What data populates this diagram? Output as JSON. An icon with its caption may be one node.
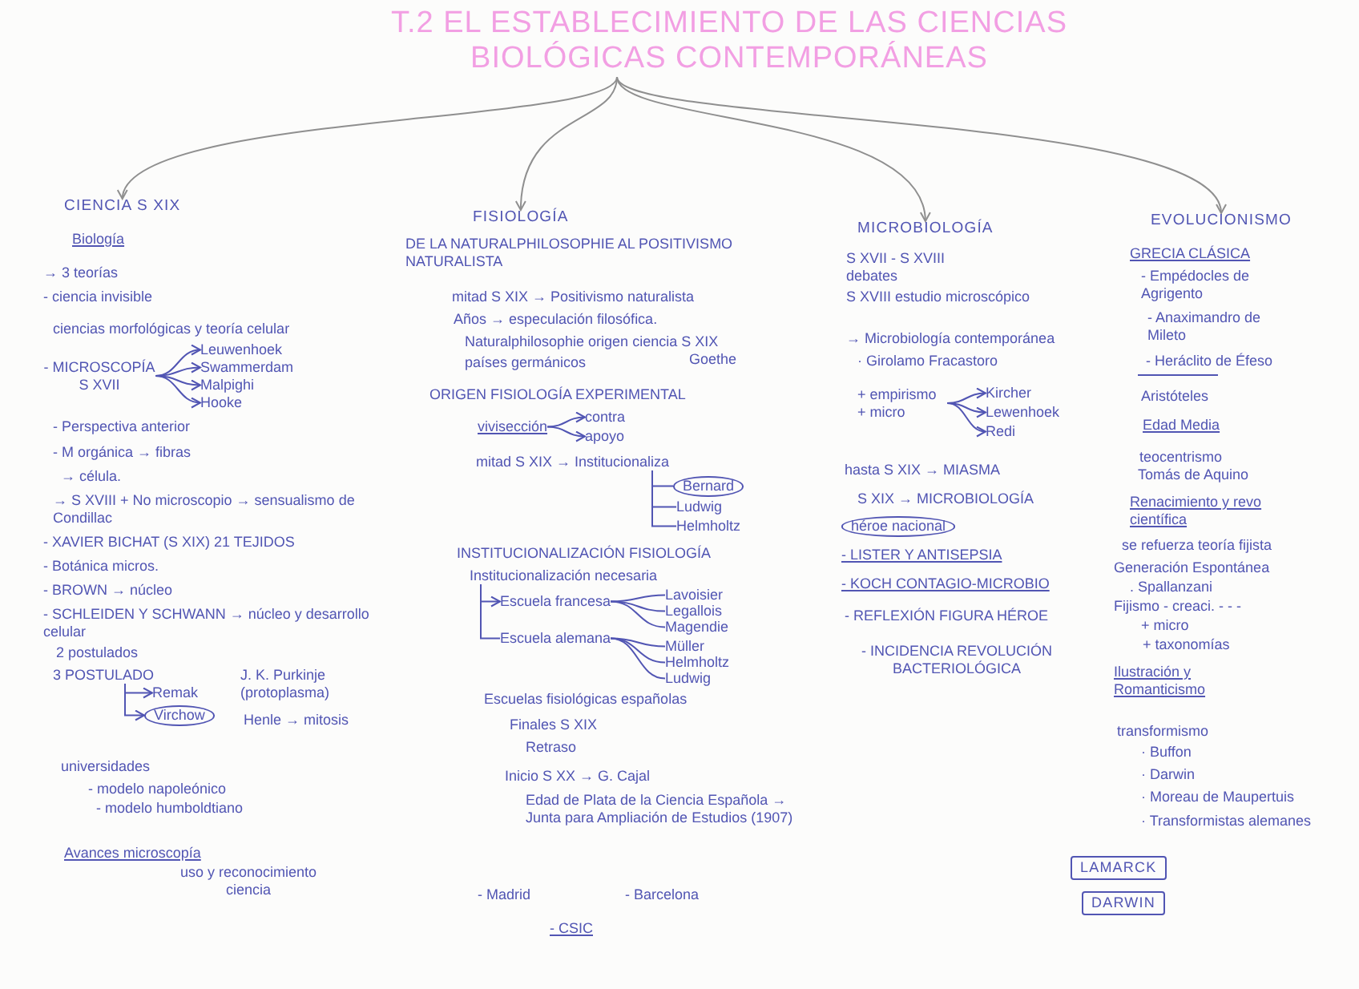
{
  "diagram": {
    "nodes": [
      {
        "text": [
          "T.2 EL ESTABLECIMIENTO DE LAS CIENCIAS BIOLÓGICAS CONTEMPORÁNEAS"
        ]
      },
      {
        "text": [
          "CIENCIA S XIX"
        ]
      },
      {
        "text": [
          "- MICROSCOPÍA S XVII"
        ]
      },
      {
        "text": [
          "Leuwenhoek"
        ]
      },
      {
        "text": [
          "Swammerdam"
        ]
      },
      {
        "text": [
          "Malpighi"
        ]
      },
      {
        "text": [
          "Hooke"
        ]
      },
      {
        "text": [
          "3 POSTULADO"
        ]
      },
      {
        "text": [
          "Remak"
        ]
      },
      {
        "text": [
          "Virchow"
        ]
      },
      {
        "text": [
          "FISIOLOGÍA"
        ]
      },
      {
        "text": [
          "vivisección"
        ]
      },
      {
        "text": [
          "contra"
        ]
      },
      {
        "text": [
          "apoyo"
        ]
      },
      {
        "text": [
          "mitad S XIX → Institucionaliza"
        ]
      },
      {
        "text": [
          "Bernard"
        ]
      },
      {
        "text": [
          "Ludwig"
        ]
      },
      {
        "text": [
          "Helmholtz"
        ]
      },
      {
        "text": [
          "Institucionalización necesaria"
        ]
      },
      {
        "text": [
          "Escuela francesa"
        ]
      },
      {
        "text": [
          "Lavoisier"
        ]
      },
      {
        "text": [
          "Legallois"
        ]
      },
      {
        "text": [
          "Magendie"
        ]
      },
      {
        "text": [
          "Escuela alemana"
        ]
      },
      {
        "text": [
          "Müller"
        ]
      },
      {
        "text": [
          "Helmholtz"
        ]
      },
      {
        "text": [
          "Ludwig"
        ]
      },
      {
        "text": [
          "MICROBIOLOGÍA"
        ]
      },
      {
        "text": [
          "+ empirismo + micro"
        ]
      },
      {
        "text": [
          "Kircher"
        ]
      },
      {
        "text": [
          "Lewenhoek"
        ]
      },
      {
        "text": [
          "Redi"
        ]
      },
      {
        "text": [
          "héroe nacional"
        ]
      },
      {
        "text": [
          "EVOLUCIONISMO"
        ]
      },
      {
        "text": [
          "LAMARCK"
        ]
      },
      {
        "text": [
          "DARWIN"
        ]
      }
    ],
    "edges": [
      {
        "from": 0,
        "to": 1,
        "arrow": "to",
        "color": "#8f8f8f"
      },
      {
        "from": 0,
        "to": 10,
        "arrow": "to",
        "color": "#8f8f8f"
      },
      {
        "from": 0,
        "to": 27,
        "arrow": "to",
        "color": "#8f8f8f"
      },
      {
        "from": 0,
        "to": 33,
        "arrow": "to",
        "color": "#8f8f8f"
      },
      {
        "from": 2,
        "to": 3,
        "arrow": "to"
      },
      {
        "from": 2,
        "to": 4,
        "arrow": "to"
      },
      {
        "from": 2,
        "to": 5,
        "arrow": "to"
      },
      {
        "from": 2,
        "to": 6,
        "arrow": "to"
      },
      {
        "from": 7,
        "to": 8,
        "arrow": "to"
      },
      {
        "from": 7,
        "to": 9,
        "arrow": "to"
      },
      {
        "from": 11,
        "to": 12,
        "arrow": "to"
      },
      {
        "from": 11,
        "to": 13,
        "arrow": "to"
      },
      {
        "from": 14,
        "to": 15,
        "arrow": "none"
      },
      {
        "from": 14,
        "to": 16,
        "arrow": "none"
      },
      {
        "from": 14,
        "to": 17,
        "arrow": "none"
      },
      {
        "from": 18,
        "to": 19,
        "arrow": "to"
      },
      {
        "from": 18,
        "to": 23,
        "arrow": "none"
      },
      {
        "from": 19,
        "to": 20,
        "arrow": "none"
      },
      {
        "from": 19,
        "to": 21,
        "arrow": "none"
      },
      {
        "from": 19,
        "to": 22,
        "arrow": "none"
      },
      {
        "from": 23,
        "to": 24,
        "arrow": "none"
      },
      {
        "from": 23,
        "to": 25,
        "arrow": "none"
      },
      {
        "from": 23,
        "to": 26,
        "arrow": "none"
      },
      {
        "from": 28,
        "to": 29,
        "arrow": "to"
      },
      {
        "from": 28,
        "to": 30,
        "arrow": "to"
      },
      {
        "from": 28,
        "to": 31,
        "arrow": "to"
      }
    ],
    "labels": [
      "Biología",
      "→ 3 teorías",
      "- ciencia invisible",
      "ciencias morfológicas y teoría celular",
      "- Perspectiva anterior",
      "- M orgánica → fibras",
      "→ célula.",
      "→ S XVIII + No microscopio → sensualismo de Condillac",
      "- XAVIER BICHAT (S XIX) 21 TEJIDOS",
      "- Botánica micros.",
      "- BROWN → núcleo",
      "- SCHLEIDEN Y SCHWANN → núcleo y desarrollo celular",
      "2 postulados",
      "J. K. Purkinje (protoplasma)",
      "Henle → mitosis",
      "universidades",
      "- modelo napoleónico",
      "- modelo humboldtiano",
      "Avances microscopía",
      "uso y reconocimiento ciencia",
      "DE LA NATURALPHILOSOPHIE AL POSITIVISMO NATURALISTA",
      "mitad S XIX → Positivismo naturalista",
      "Años → especulación filosófica.",
      "Naturalphilosophie origen ciencia S XIX",
      "países germánicos",
      "Goethe",
      "ORIGEN FISIOLOGÍA EXPERIMENTAL",
      "INSTITUCIONALIZACIÓN FISIOLOGÍA",
      "Escuelas fisiológicas españolas",
      "Finales S XIX",
      "Retraso",
      "Inicio S XX → G. Cajal",
      "Edad de Plata de la Ciencia Española → Junta para Ampliación de Estudios (1907)",
      "- Madrid",
      "- Barcelona",
      "- CSIC",
      "S XVII - S XVIII debates",
      "S XVIII estudio microscópico",
      "→ Microbiología contemporánea",
      "· Girolamo Fracastoro",
      "hasta S XIX → MIASMA",
      "S XIX → MICROBIOLOGÍA",
      "- LISTER Y ANTISEPSIA",
      "- KOCH CONTAGIO-MICROBIO",
      "- REFLEXIÓN FIGURA HÉROE",
      "- INCIDENCIA REVOLUCIÓN BACTERIOLÓGICA",
      "GRECIA CLÁSICA",
      "- Empédocles de Agrigento",
      "- Anaximandro de Mileto",
      "- Heráclito de Éfeso",
      "Aristóteles",
      "Edad Media",
      "teocentrismo",
      "Tomás de Aquino",
      "Renacimiento y revo científica",
      "se refuerza teoría fijista",
      "Generación Espontánea",
      ". Spallanzani",
      "Fijismo - creaci. - - -",
      "+ micro",
      "+ taxonomías",
      "Ilustración y Romanticismo",
      "transformismo",
      "· Buffon",
      "· Darwin",
      "· Moreau de Maupertuis",
      "· Transformistas alemanes"
    ]
  }
}
